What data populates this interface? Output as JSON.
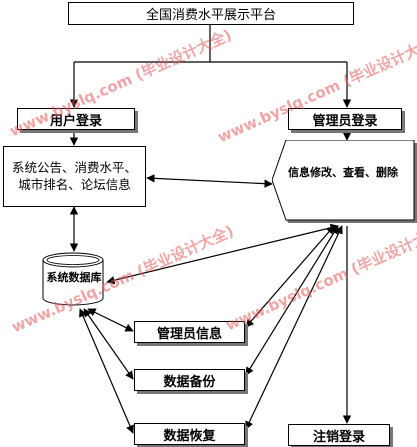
{
  "diagram": {
    "title": "全国消费水平展示平台",
    "user_login": "用户登录",
    "admin_login": "管理员登录",
    "user_features": "系统公告、消费水平、城市排名、论坛信息",
    "admin_features": "信息修改、查看、删除",
    "database": "系统数据库",
    "admin_info": "管理员信息",
    "data_backup": "数据备份",
    "data_restore": "数据恢复",
    "logout": "注销登录"
  },
  "watermark": "www.byslq.com (毕业设计大全)",
  "colors": {
    "watermark": "#e35d5d",
    "line": "#000000",
    "shadow": "#777777"
  }
}
